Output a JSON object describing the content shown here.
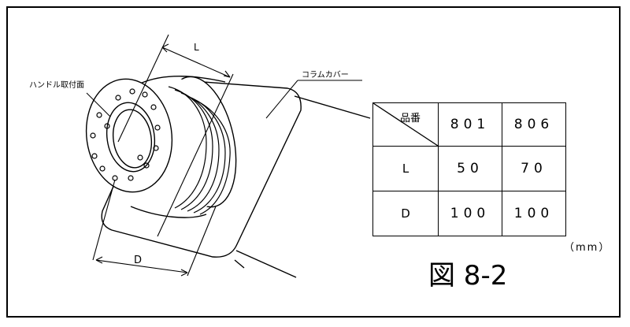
{
  "labels": {
    "mount_surface": "ハンドル取付面",
    "column_cover": "コラムカバー",
    "dim_L": "L",
    "dim_D": "D"
  },
  "table": {
    "header_label": "品番",
    "models": [
      "801",
      "806"
    ],
    "rows": [
      {
        "label": "L",
        "values": [
          "50",
          "70"
        ]
      },
      {
        "label": "D",
        "values": [
          "100",
          "100"
        ]
      }
    ]
  },
  "unit": "（mm）",
  "figure_caption": "図 8-2"
}
